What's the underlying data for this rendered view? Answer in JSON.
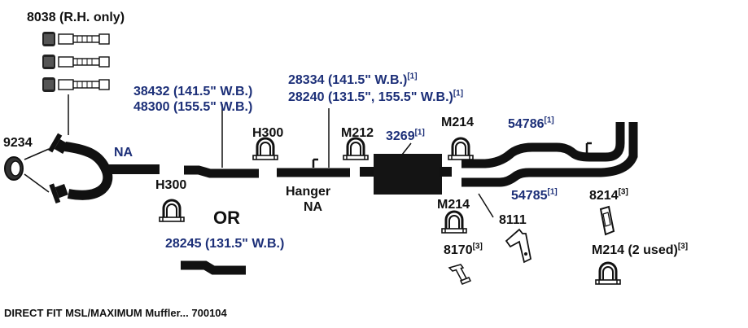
{
  "part_8038": "8038 (R.H. only)",
  "part_9234": "9234",
  "na_label_1": "NA",
  "pipe_38432": "38432 (141.5\" W.B.)",
  "pipe_48300": "48300 (155.5\" W.B.)",
  "clamp_h300_upper": "H300",
  "clamp_h300_lower": "H300",
  "or_label": "OR",
  "pipe_28245": "28245 (131.5\" W.B.)",
  "pipe_28334": "28334 (141.5\" W.B.)",
  "pipe_28334_note": "[1]",
  "pipe_28240": "28240 (131.5\", 155.5\" W.B.)",
  "pipe_28240_note": "[1]",
  "hanger_label": "Hanger",
  "na_label_2": "NA",
  "clamp_m212": "M212",
  "muffler_3269": "3269",
  "muffler_3269_note": "[1]",
  "clamp_m214_top": "M214",
  "clamp_m214_bottom": "M214",
  "pipe_54786": "54786",
  "pipe_54786_note": "[1]",
  "pipe_54785": "54785",
  "pipe_54785_note": "[1]",
  "hanger_8214": "8214",
  "hanger_8214_note": "[3]",
  "bracket_8111": "8111",
  "bracket_8170": "8170",
  "bracket_8170_note": "[3]",
  "clamp_m214_two": "M214 (2 used)",
  "clamp_m214_two_note": "[3]",
  "footer_caption": "DIRECT FIT MSL/MAXIMUM Muffler... 700104",
  "colors": {
    "label_blue": "#1c2f78",
    "ink": "#111111"
  }
}
